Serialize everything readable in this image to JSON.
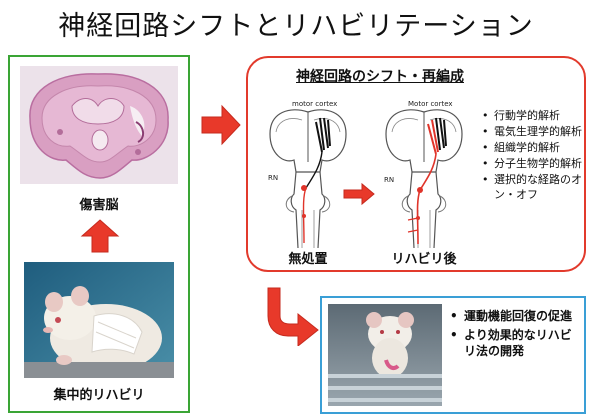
{
  "title": "神経回路シフトとリハビリテーション",
  "left_panel": {
    "injured_brain_label": "傷害脳",
    "intensive_rehab_label": "集中的リハビリ"
  },
  "circuit_panel": {
    "title": "神経回路のシフト・再編成",
    "diagram_left_caption": "motor cortex",
    "diagram_right_caption": "Motor cortex",
    "rn_label": "RN",
    "no_treatment_label": "無処置",
    "after_rehab_label": "リハビリ後",
    "analyses": [
      "行動学的解析",
      "電気生理学的解析",
      "組織学的解析",
      "分子生物学的解析",
      "選択的な経路のオン・オフ"
    ]
  },
  "outcome_panel": {
    "items": [
      "運動機能回復の促進",
      "より効果的なリハビリ法の開発"
    ]
  },
  "colors": {
    "arrow_red": "#e8392a",
    "green_border": "#3aa535",
    "red_border": "#e23a2c",
    "blue_border": "#3a9fd6",
    "pathway_red": "#e0342a"
  },
  "icons": [
    "brain-section-image",
    "rat-image",
    "brain-diagram",
    "rat-video-frame"
  ]
}
